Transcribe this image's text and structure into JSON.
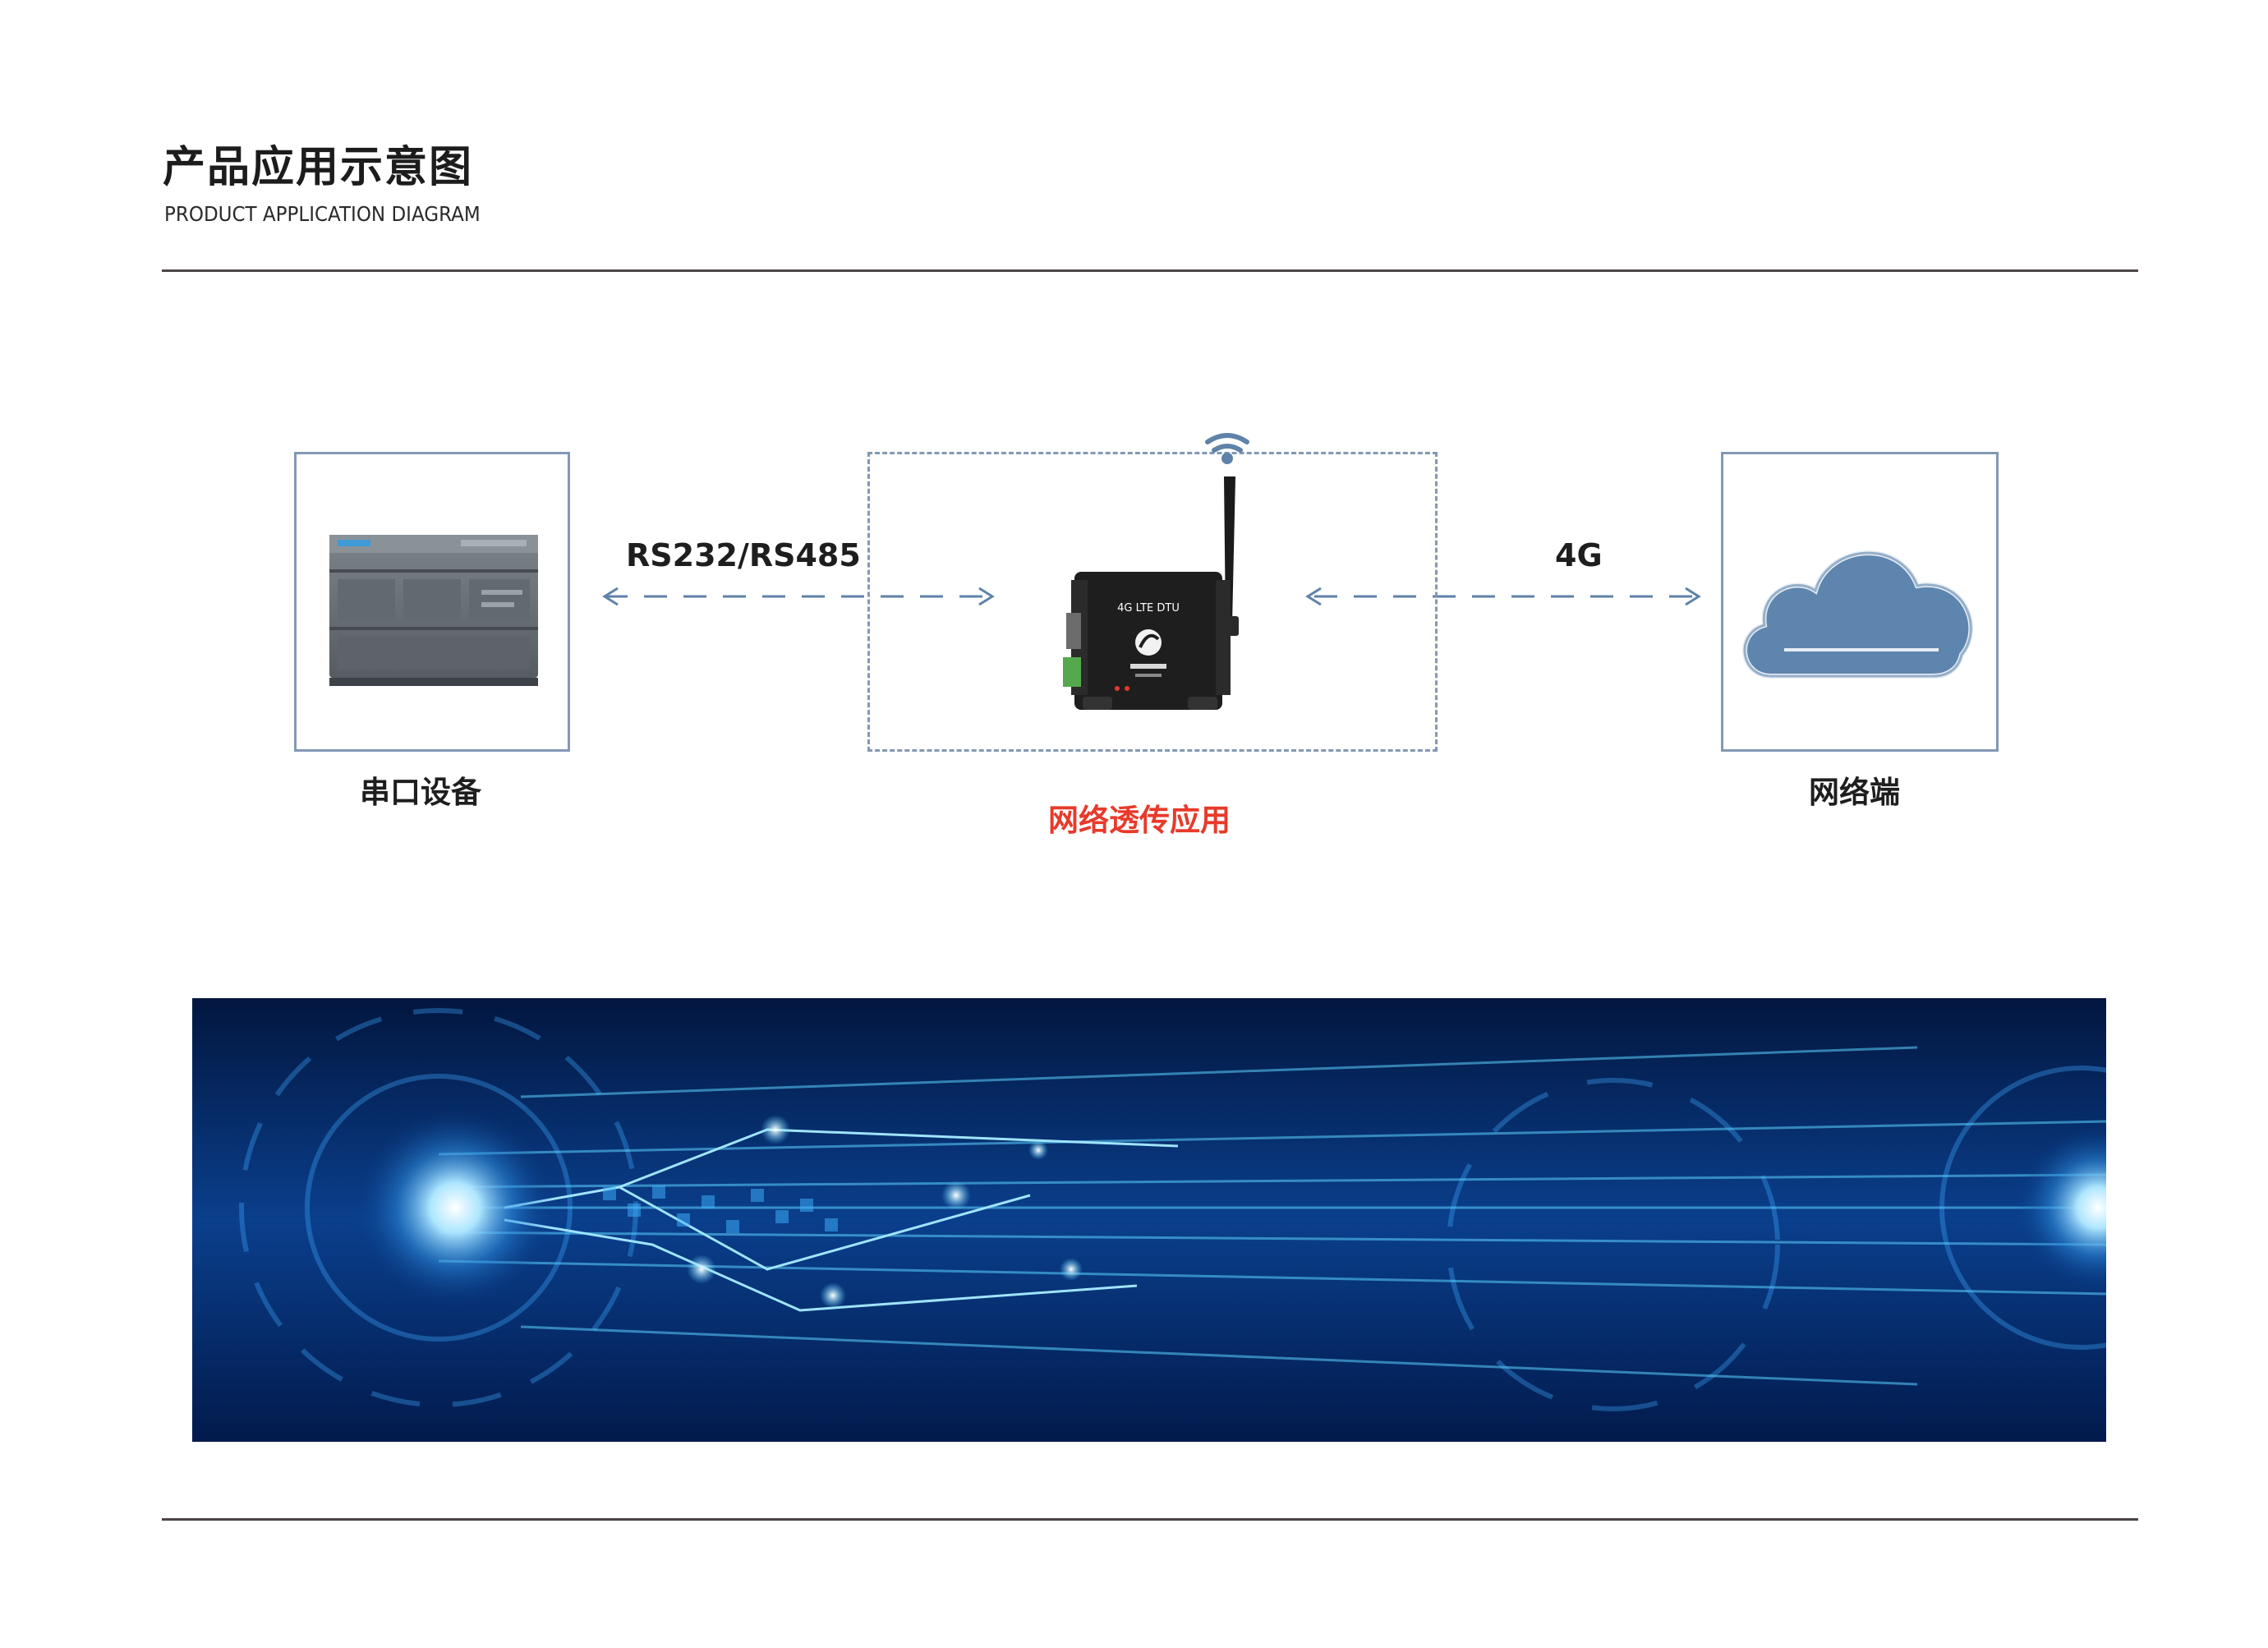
{
  "header": {
    "title": "产品应用示意图",
    "subtitle": "PRODUCT APPLICATION DIAGRAM"
  },
  "diagram": {
    "serial_device_label": "串口设备",
    "network_label": "网络端",
    "application_label": "网络透传应用",
    "left_link_label": "RS232/RS485",
    "right_link_label": "4G",
    "device_model_text": "4G LTE DTU"
  },
  "colors": {
    "frame_border": "#8398b4",
    "arrow": "#5f82a8",
    "cloud_fill": "#5e85ad",
    "highlight_label": "#e83a2a",
    "rule": "#4c4446"
  },
  "icons": {
    "plc": "plc-device-icon",
    "dtu": "dtu-modem-icon",
    "wifi": "wireless-signal-icon",
    "cloud": "cloud-icon"
  }
}
